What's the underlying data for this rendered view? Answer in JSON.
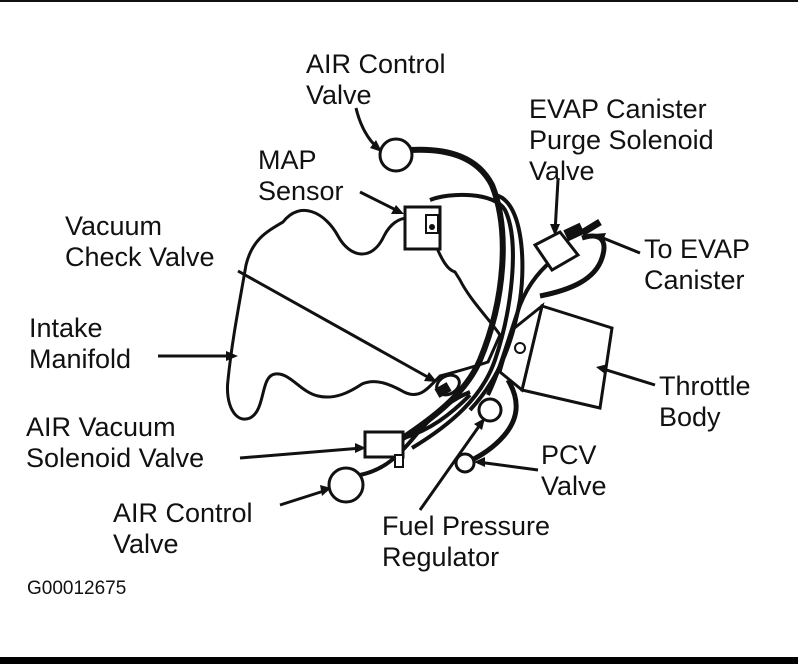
{
  "diagram": {
    "labels": {
      "air_control_valve_top": [
        "AIR Control",
        "Valve"
      ],
      "evap_purge_solenoid": [
        "EVAP Canister",
        "Purge Solenoid",
        "Valve"
      ],
      "map_sensor": [
        "MAP",
        "Sensor"
      ],
      "vacuum_check_valve": [
        "Vacuum",
        "Check Valve"
      ],
      "to_evap_canister": [
        "To EVAP",
        "Canister"
      ],
      "intake_manifold": [
        "Intake",
        "Manifold"
      ],
      "throttle_body": [
        "Throttle",
        "Body"
      ],
      "air_vacuum_solenoid": [
        "AIR Vacuum",
        "Solenoid Valve"
      ],
      "pcv_valve": [
        "PCV",
        "Valve"
      ],
      "air_control_valve_bottom": [
        "AIR Control",
        "Valve"
      ],
      "fuel_pressure_regulator": [
        "Fuel Pressure",
        "Regulator"
      ]
    },
    "figure_code": "G00012675",
    "colors": {
      "line": "#111111",
      "background": "#ffffff"
    }
  }
}
